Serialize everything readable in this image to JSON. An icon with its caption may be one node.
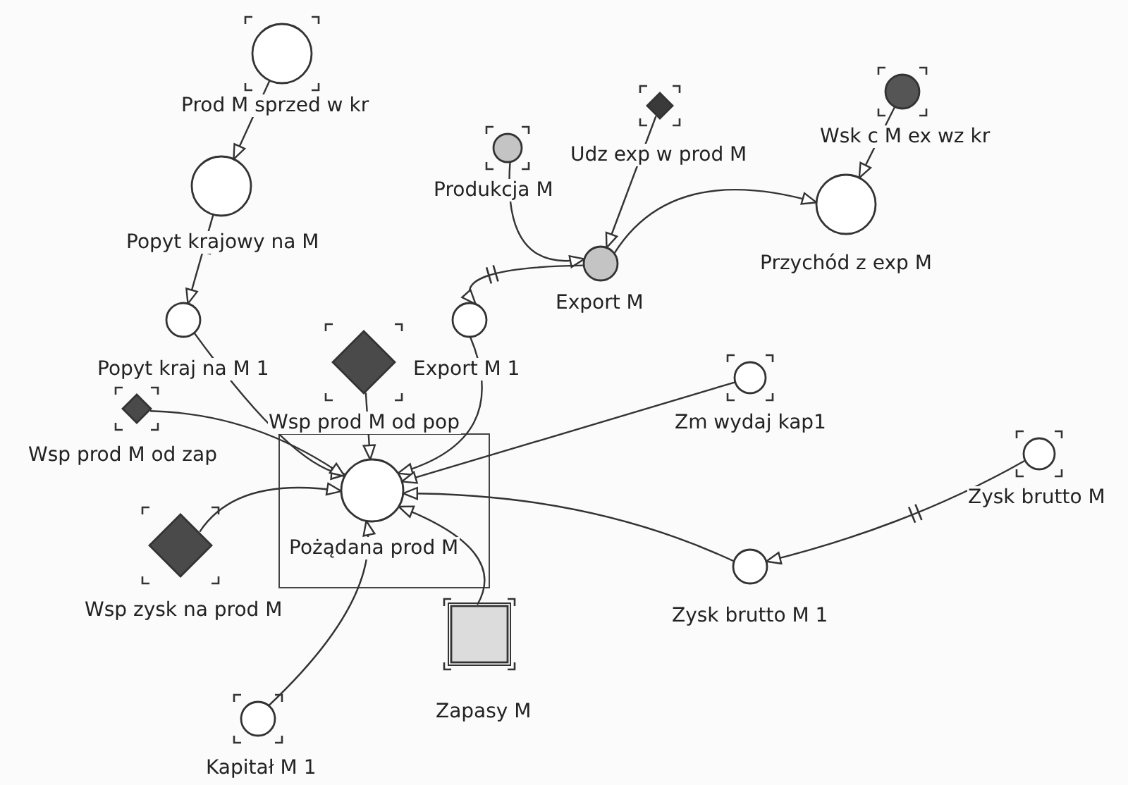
{
  "diagram": {
    "nodes": [
      {
        "text": [
          "Prod M sprzed w kr"
        ]
      },
      {
        "text": [
          "Popyt krajowy na M"
        ]
      },
      {
        "text": [
          "Popyt kraj na M 1"
        ]
      },
      {
        "text": [
          "Udz exp w prod M"
        ]
      },
      {
        "text": [
          "Produkcja M"
        ]
      },
      {
        "text": [
          "Wsk c M ex wz kr"
        ]
      },
      {
        "text": [
          "Export M"
        ]
      },
      {
        "text": [
          "Przychód z exp M"
        ]
      },
      {
        "text": [
          "Export M 1"
        ]
      },
      {
        "text": [
          "Wsp prod M od pop"
        ]
      },
      {
        "text": [
          "Wsp prod M od zap"
        ]
      },
      {
        "text": [
          "Zm wydaj kap1"
        ]
      },
      {
        "text": [
          "Pożądana prod M"
        ]
      },
      {
        "text": [
          "Zysk brutto M"
        ]
      },
      {
        "text": [
          "Wsp zysk na prod M"
        ]
      },
      {
        "text": [
          "Zysk brutto M 1"
        ]
      },
      {
        "text": [
          "Zapasy M"
        ]
      },
      {
        "text": [
          "Kapitał M 1"
        ]
      }
    ],
    "edges": [
      {
        "from": 0,
        "to": 1,
        "arrow": "to"
      },
      {
        "from": 1,
        "to": 2,
        "arrow": "to"
      },
      {
        "from": 4,
        "to": 6,
        "arrow": "to"
      },
      {
        "from": 3,
        "to": 6,
        "arrow": "to"
      },
      {
        "from": 6,
        "to": 7,
        "arrow": "to"
      },
      {
        "from": 5,
        "to": 7,
        "arrow": "to"
      },
      {
        "from": 6,
        "to": 8,
        "arrow": "to"
      },
      {
        "from": 2,
        "to": 12,
        "arrow": "to"
      },
      {
        "from": 9,
        "to": 12,
        "arrow": "to"
      },
      {
        "from": 10,
        "to": 12,
        "arrow": "to"
      },
      {
        "from": 8,
        "to": 12,
        "arrow": "to"
      },
      {
        "from": 11,
        "to": 12,
        "arrow": "to"
      },
      {
        "from": 14,
        "to": 12,
        "arrow": "to"
      },
      {
        "from": 15,
        "to": 12,
        "arrow": "to"
      },
      {
        "from": 16,
        "to": 12,
        "arrow": "to"
      },
      {
        "from": 17,
        "to": 12,
        "arrow": "to"
      },
      {
        "from": 13,
        "to": 15,
        "arrow": "to"
      }
    ]
  }
}
